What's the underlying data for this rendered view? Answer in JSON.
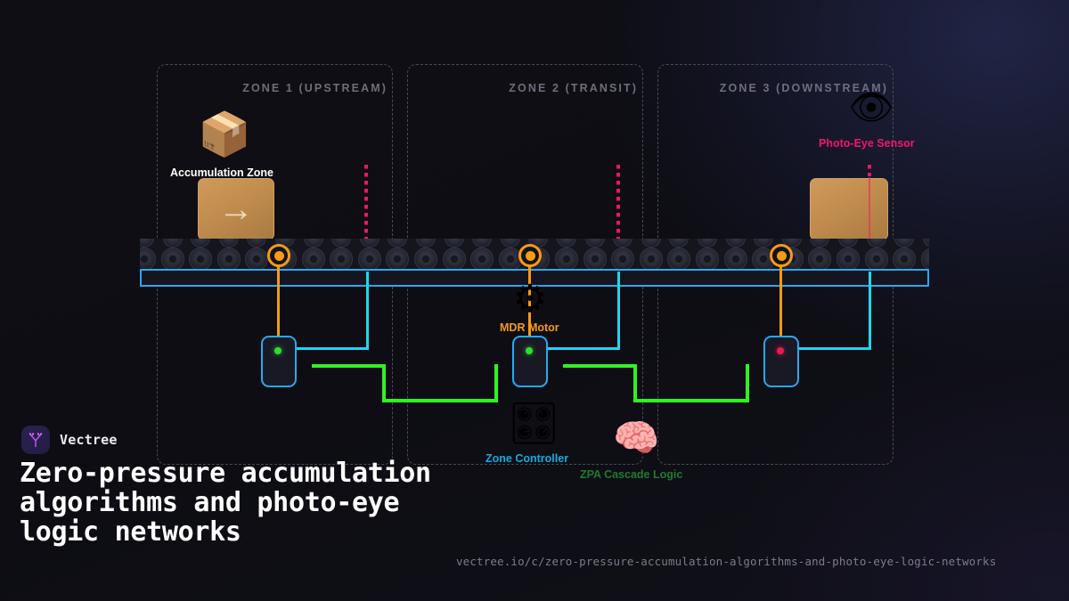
{
  "brand": {
    "name": "Vectree",
    "logo_icon": "vectree-tree-logo-icon",
    "accent": "#b44df0"
  },
  "headline": "Zero-pressure accumulation algorithms and photo-eye logic networks",
  "url": "vectree.io/c/zero-pressure-accumulation-algorithms-and-photo-eye-logic-networks",
  "diagram": {
    "background": "#0e0e14",
    "zones": [
      {
        "id": "zone-1",
        "title": "ZONE 1 (UPSTREAM)"
      },
      {
        "id": "zone-2",
        "title": "ZONE 2 (TRANSIT)"
      },
      {
        "id": "zone-3",
        "title": "ZONE 3 (DOWNSTREAM)"
      }
    ],
    "nodes": [
      {
        "id": "accumulation-zone",
        "label": "Accumulation Zone",
        "icon": "package-box-icon",
        "glyph": "📦",
        "color": "#ffffff"
      },
      {
        "id": "photo-eye-sensor",
        "label": "Photo-Eye Sensor",
        "icon": "eye-icon",
        "glyph": "👁",
        "color": "#f4166a"
      },
      {
        "id": "mdr-motor",
        "label": "MDR Motor",
        "icon": "gear-icon",
        "glyph": "⚙",
        "color": "#f79a15"
      },
      {
        "id": "zone-controller",
        "label": "Zone Controller",
        "icon": "control-knobs-icon",
        "glyph": "🎛",
        "color": "#19a9e0"
      },
      {
        "id": "zpa-cascade-logic",
        "label": "ZPA Cascade Logic",
        "icon": "brain-icon",
        "glyph": "🧠",
        "color": "#1f7a32"
      }
    ],
    "sensors": [
      {
        "id": "sensor-zone-1",
        "state": "clear",
        "led_color": "#2ce02c"
      },
      {
        "id": "sensor-zone-2",
        "state": "clear",
        "led_color": "#2ce02c"
      },
      {
        "id": "sensor-zone-3",
        "state": "blocked",
        "led_color": "#f4164f"
      }
    ],
    "motors": [
      {
        "id": "motor-node-zone-1"
      },
      {
        "id": "motor-node-zone-2"
      },
      {
        "id": "motor-node-zone-3"
      }
    ],
    "packages": [
      {
        "id": "package-zone-1",
        "glyph": "→"
      },
      {
        "id": "package-zone-3",
        "glyph": ""
      }
    ],
    "colors": {
      "conveyor_rail": "#2aa8f0",
      "motor": "#f79a15",
      "signal_wire": "#19d8f5",
      "cascade_wire": "#2ef321",
      "beam": "#f5135f",
      "package": "#c08c4e"
    }
  }
}
